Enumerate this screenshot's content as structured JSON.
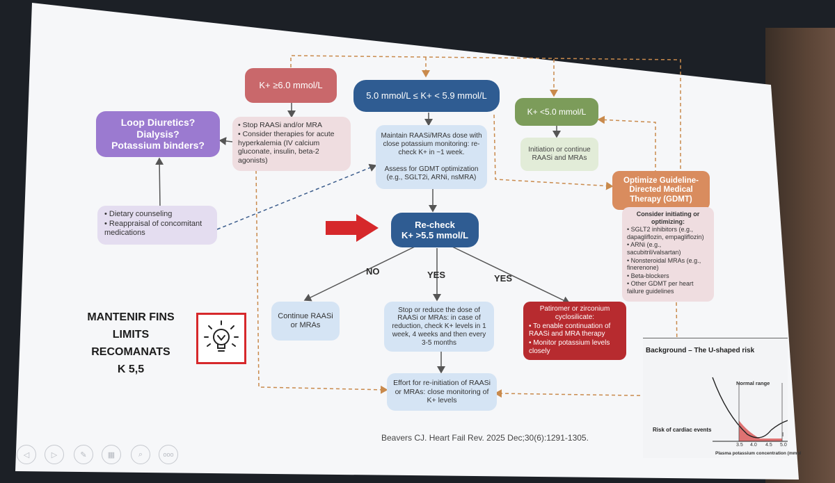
{
  "nodes": {
    "k_high": "K+ ≥6.0 mmol/L",
    "k_mid": "5.0 mmol/L ≤ K+ < 5.9 mmol/L",
    "k_low": "K+ <5.0 mmol/L",
    "loop_diuretics": [
      "Loop Diuretics?",
      "Dialysis?",
      "Potassium binders?"
    ],
    "high_actions": [
      "• Stop RAASi and/or MRA",
      "• Consider therapies for acute hyperkalemia (IV calcium gluconate, insulin, beta-2 agonists)"
    ],
    "mid_actions": [
      "Maintain RAASi/MRAs dose with close potassium monitoring: re-check K+ in ~1 week.",
      "Assess for GDMT optimization (e.g., SGLT2i, ARNi, nsMRA)"
    ],
    "low_actions": "Initiation or continue RAASi and MRAs",
    "optimize_header": "Optimize Guideline-Directed Medical Therapy (GDMT)",
    "optimize_title": "Consider initiating or optimizing:",
    "optimize_items": [
      "• SGLT2 inhibitors (e.g., dapagliflozin, empagliflozin)",
      "• ARNi (e.g., sacubitril/valsartan)",
      "• Nonsteroidal MRAs (e.g., finerenone)",
      "• Beta-blockers",
      "• Other GDMT per heart failure guidelines"
    ],
    "dietary": [
      "• Dietary counseling",
      "• Reappraisal of concomitant medications"
    ],
    "recheck": [
      "Re-check",
      "K+ >5.5 mmol/L"
    ],
    "continue": "Continue RAASi or MRAs",
    "stop_reduce": "Stop or reduce the dose of RAASi or MRAs: in case of reduction, check K+ levels in 1 week, 4 weeks and then every 3-5 months",
    "patiromer": [
      "Patiromer or zirconium cyclosilicate:",
      "• To enable continuation of RAASi and MRA therapy",
      "• Monitor potassium levels closely"
    ],
    "effort": "Effort for re-initiation of RAASi or MRAs: close monitoring of K+ levels"
  },
  "labels": {
    "no": "NO",
    "yes1": "YES",
    "yes2": "YES"
  },
  "note": [
    "MANTENIR FINS",
    "LIMITS",
    "RECOMANATS",
    "K 5,5"
  ],
  "citation": "Beavers CJ. Heart Fail Rev. 2025 Dec;30(6):1291-1305.",
  "inset": {
    "title": "Background – The U-shaped risk",
    "normal_range": "Normal range",
    "ylabel": "Risk of cardiac events",
    "xlabel": "Plasma potassium concentration (mmol",
    "ticks": [
      "3.5",
      "4.0",
      "4.5",
      "5.0"
    ],
    "marker": "I"
  },
  "icons": [
    "lightbulb-icon",
    "red-arrow-icon"
  ],
  "colors": {
    "red": "#c9686b",
    "blue": "#2f5c92",
    "green": "#7c9c5a",
    "purple": "#9b7ad0",
    "orange": "#d98c5e",
    "dark_red": "#b72b2f",
    "pale_blue": "#d5e4f4",
    "pale_pink": "#efdde0",
    "pale_purple": "#e4ddf0",
    "pale_green": "#e2ecd8"
  },
  "toolbar": [
    "prev",
    "next",
    "pen",
    "slides",
    "zoom",
    "more"
  ],
  "toolbar_more": "ooo"
}
